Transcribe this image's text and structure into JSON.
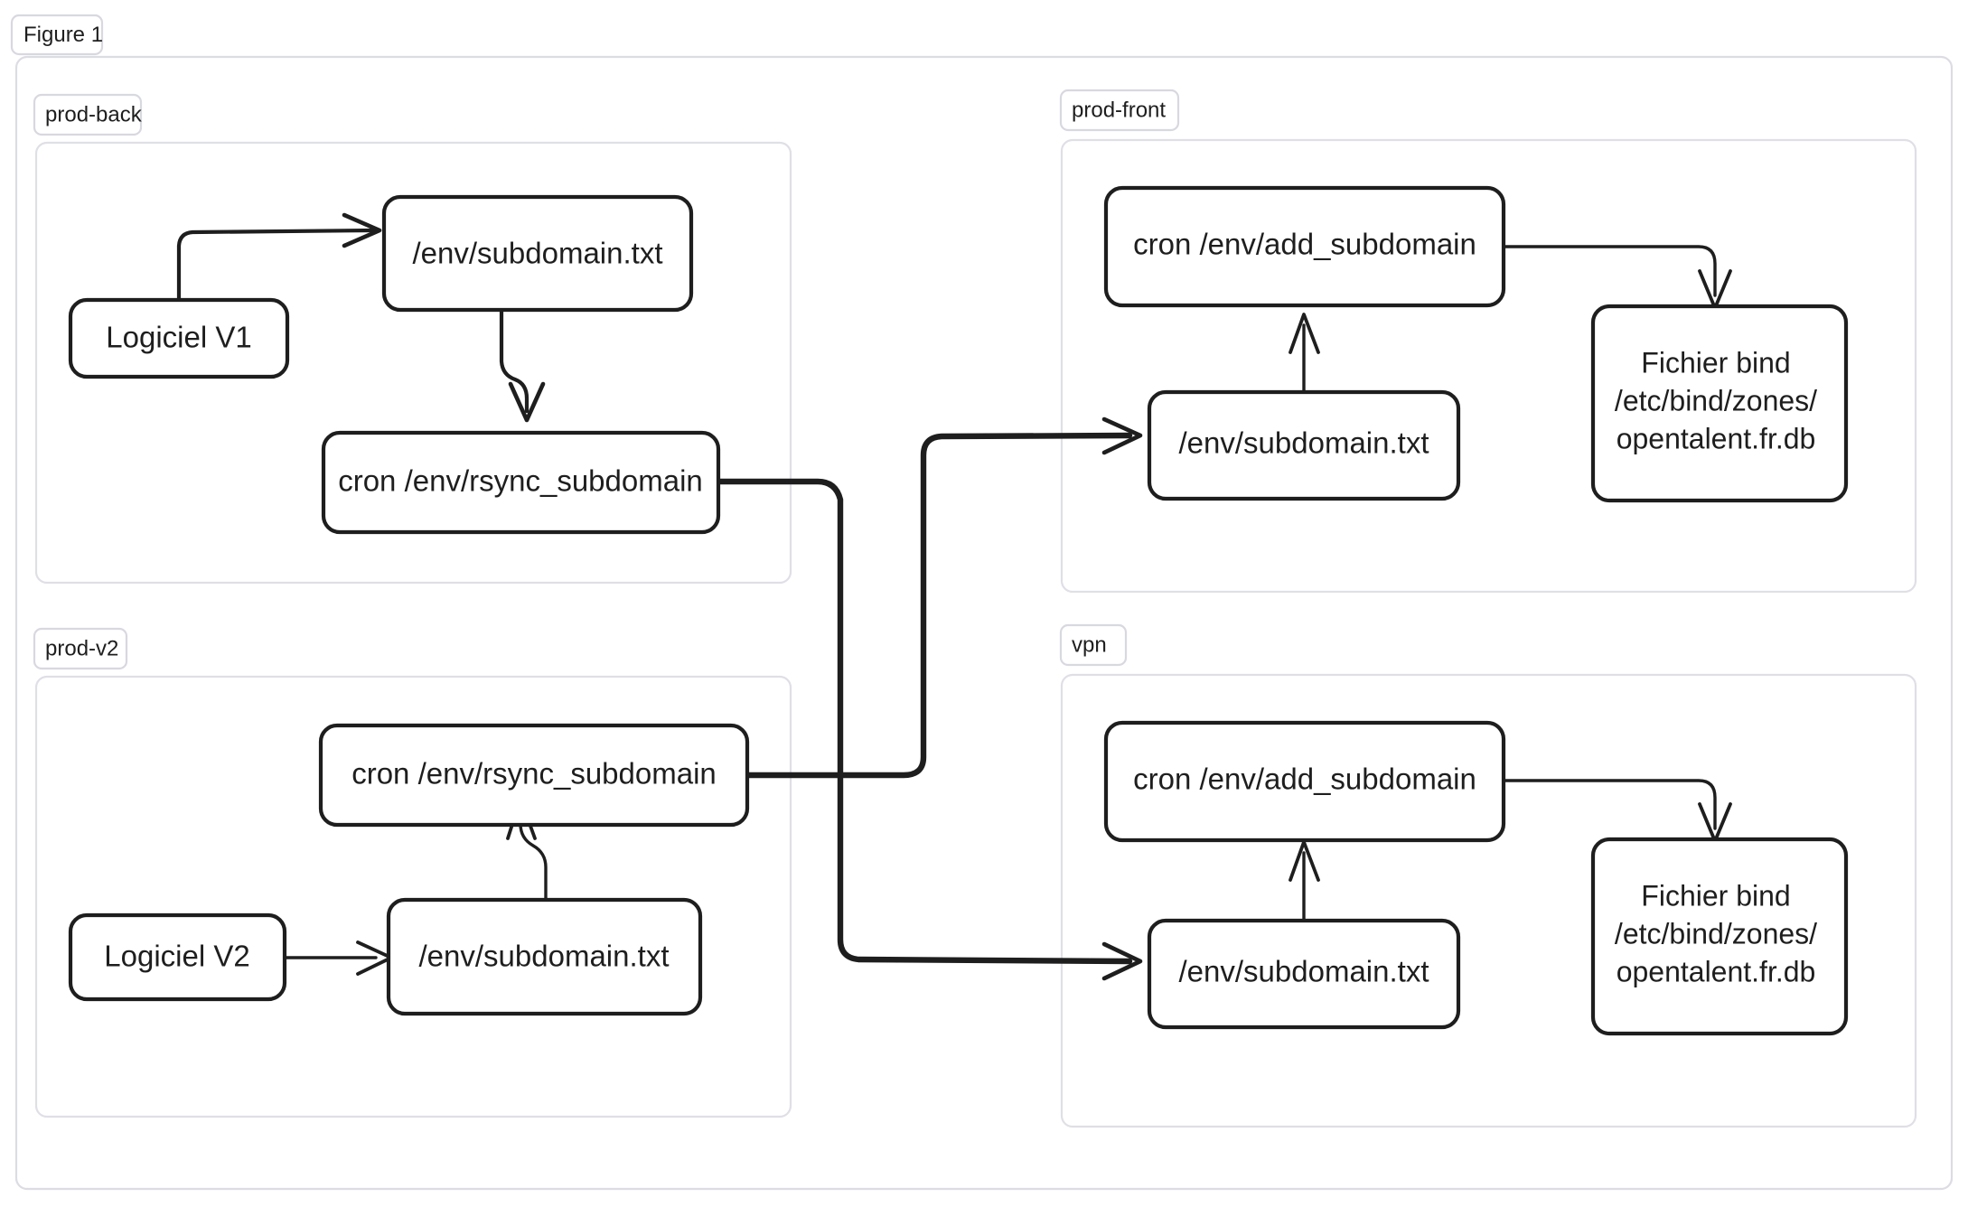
{
  "figure": {
    "tag_label": "Figure 1"
  },
  "clusters": [
    {
      "id": "prod-back",
      "label": "prod-back",
      "nodes": [
        {
          "id": "pb-logiciel",
          "label": "Logiciel V1"
        },
        {
          "id": "pb-subdomain",
          "label": "/env/subdomain.txt"
        },
        {
          "id": "pb-rsync",
          "label": "cron /env/rsync_subdomain"
        }
      ]
    },
    {
      "id": "prod-front",
      "label": "prod-front",
      "nodes": [
        {
          "id": "pf-add",
          "label": "cron /env/add_subdomain"
        },
        {
          "id": "pf-subdomain",
          "label": "/env/subdomain.txt"
        },
        {
          "id": "pf-bind",
          "label": "Fichier bind /etc/bind/zones/ opentalent.fr.db",
          "lines": [
            "Fichier bind",
            "/etc/bind/zones/",
            "opentalent.fr.db"
          ]
        }
      ]
    },
    {
      "id": "prod-v2",
      "label": "prod-v2",
      "nodes": [
        {
          "id": "pv-rsync",
          "label": "cron /env/rsync_subdomain"
        },
        {
          "id": "pv-logiciel",
          "label": "Logiciel V2"
        },
        {
          "id": "pv-subdomain",
          "label": "/env/subdomain.txt"
        }
      ]
    },
    {
      "id": "vpn",
      "label": "vpn",
      "nodes": [
        {
          "id": "vp-add",
          "label": "cron /env/add_subdomain"
        },
        {
          "id": "vp-subdomain",
          "label": "/env/subdomain.txt"
        },
        {
          "id": "vp-bind",
          "label": "Fichier bind /etc/bind/zones/ opentalent.fr.db",
          "lines": [
            "Fichier bind",
            "/etc/bind/zones/",
            "opentalent.fr.db"
          ]
        }
      ]
    }
  ],
  "node_labels": {
    "pb_logiciel": "Logiciel V1",
    "pb_subdomain": "/env/subdomain.txt",
    "pb_rsync": "cron /env/rsync_subdomain",
    "pf_add": "cron /env/add_subdomain",
    "pf_subdomain": "/env/subdomain.txt",
    "pf_bind_l1": "Fichier bind",
    "pf_bind_l2": "/etc/bind/zones/",
    "pf_bind_l3": "opentalent.fr.db",
    "pv_rsync": "cron /env/rsync_subdomain",
    "pv_logiciel": "Logiciel V2",
    "pv_subdomain": "/env/subdomain.txt",
    "vp_add": "cron /env/add_subdomain",
    "vp_subdomain": "/env/subdomain.txt",
    "vp_bind_l1": "Fichier bind",
    "vp_bind_l2": "/etc/bind/zones/",
    "vp_bind_l3": "opentalent.fr.db"
  },
  "cluster_labels": {
    "prod_back": "prod-back",
    "prod_front": "prod-front",
    "prod_v2": "prod-v2",
    "vpn": "vpn"
  },
  "edges": [
    {
      "id": "e1",
      "from": "Logiciel V1",
      "to": "/env/subdomain.txt",
      "cluster": "prod-back"
    },
    {
      "id": "e2",
      "from": "/env/subdomain.txt",
      "to": "cron /env/rsync_subdomain",
      "cluster": "prod-back"
    },
    {
      "id": "e3",
      "from": "cron /env/rsync_subdomain (prod-back)",
      "to": "/env/subdomain.txt (vpn)",
      "cluster": "cross"
    },
    {
      "id": "e4",
      "from": "cron /env/rsync_subdomain (prod-v2)",
      "to": "/env/subdomain.txt (prod-front)",
      "cluster": "cross"
    },
    {
      "id": "e5",
      "from": "/env/subdomain.txt",
      "to": "cron /env/add_subdomain",
      "cluster": "prod-front"
    },
    {
      "id": "e6",
      "from": "cron /env/add_subdomain",
      "to": "Fichier bind",
      "cluster": "prod-front"
    },
    {
      "id": "e7",
      "from": "Logiciel V2",
      "to": "/env/subdomain.txt",
      "cluster": "prod-v2"
    },
    {
      "id": "e8",
      "from": "/env/subdomain.txt",
      "to": "cron /env/rsync_subdomain",
      "cluster": "prod-v2"
    },
    {
      "id": "e9",
      "from": "/env/subdomain.txt",
      "to": "cron /env/add_subdomain",
      "cluster": "vpn"
    },
    {
      "id": "e10",
      "from": "cron /env/add_subdomain",
      "to": "Fichier bind",
      "cluster": "vpn"
    }
  ],
  "colors": {
    "node_stroke": "#1e1e1e",
    "node_fill": "#ffffff",
    "frame_stroke": "#dcdce3",
    "background": "#ffffff",
    "text": "#1e1e1e"
  }
}
